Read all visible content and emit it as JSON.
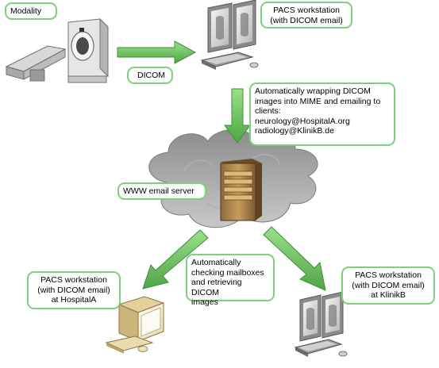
{
  "diagram": {
    "modality_label": "Modality",
    "pacs_sender_label": "PACS workstation\n(with DICOM email)",
    "dicom_label": "DICOM",
    "wrapping_note": "Automatically wrapping DICOM\nimages into MIME and emailing to\nclients:\nneurology@HospitalA.org\nradiology@KlinikB.de",
    "email_server_label": "WWW email server",
    "retrieve_note": "Automatically\nchecking mailboxes\nand retrieving DICOM\nimages",
    "pacs_hospital_a_label": "PACS workstation\n(with DICOM email)\nat HospitalA",
    "pacs_klinik_b_label": "PACS workstation\n(with DICOM email)\nat KlinikB"
  },
  "colors": {
    "arrow_green": "#6fc060",
    "arrow_outline": "#3f8f3a",
    "label_border": "#7fd07a",
    "cloud": "#a6a6a6",
    "server": "#b58a4e"
  }
}
